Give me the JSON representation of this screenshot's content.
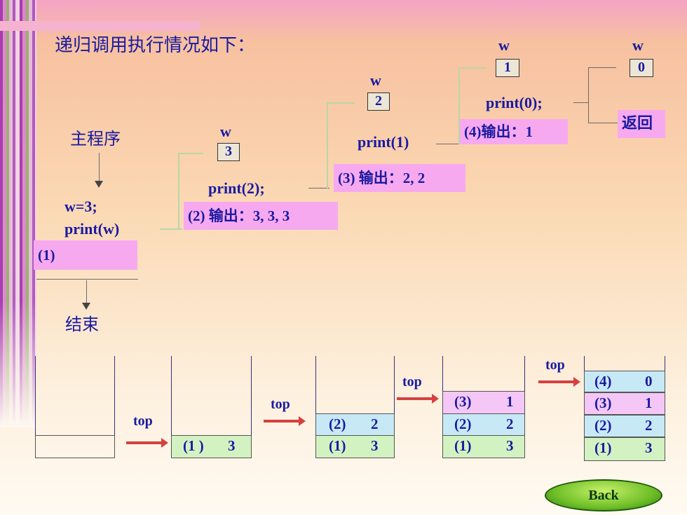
{
  "title": "递归调用执行情况如下：",
  "main_program": "主程序",
  "code_w": "w=3;",
  "code_print_w": "print(w)",
  "step1": "(1)",
  "end": "结束",
  "frames": [
    {
      "var": "w",
      "value": "3",
      "call": "print(2);",
      "note": "(2) 输出：3, 3, 3"
    },
    {
      "var": "w",
      "value": "2",
      "call": "print(1)",
      "note": "(3) 输出：2, 2"
    },
    {
      "var": "w",
      "value": "1",
      "call": "print(0);",
      "note": "(4)输出：1"
    },
    {
      "var": "w",
      "value": "0",
      "note": "返回"
    }
  ],
  "top_label": "top",
  "stacks": [
    {
      "cells": []
    },
    {
      "cells": [
        {
          "step": "(1 )",
          "val": "3"
        }
      ]
    },
    {
      "cells": [
        {
          "step": "(1)",
          "val": "3"
        },
        {
          "step": "(2)",
          "val": "2"
        }
      ]
    },
    {
      "cells": [
        {
          "step": "(1)",
          "val": "3"
        },
        {
          "step": "(2)",
          "val": "2"
        },
        {
          "step": "(3)",
          "val": "1"
        }
      ]
    },
    {
      "cells": [
        {
          "step": "(1)",
          "val": "3"
        },
        {
          "step": "(2)",
          "val": "2"
        },
        {
          "step": "(3)",
          "val": "1"
        },
        {
          "step": "(4)",
          "val": "0"
        }
      ]
    }
  ],
  "back_label": "Back"
}
